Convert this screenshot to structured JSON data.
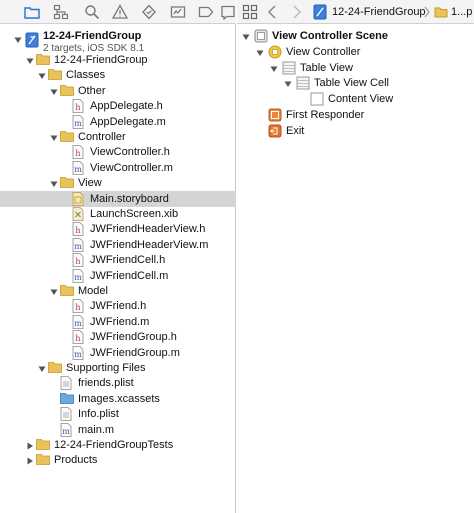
{
  "project": {
    "name": "12-24-FriendGroup",
    "subtitle": "2 targets, iOS SDK 8.1"
  },
  "tree": [
    {
      "label": "12-24-FriendGroup",
      "kind": "folder",
      "depth": 1,
      "disclosure": "open"
    },
    {
      "label": "Classes",
      "kind": "folder",
      "depth": 2,
      "disclosure": "open"
    },
    {
      "label": "Other",
      "kind": "folder",
      "depth": 3,
      "disclosure": "open"
    },
    {
      "label": "AppDelegate.h",
      "kind": "h",
      "depth": 4
    },
    {
      "label": "AppDelegate.m",
      "kind": "m",
      "depth": 4
    },
    {
      "label": "Controller",
      "kind": "folder",
      "depth": 3,
      "disclosure": "open"
    },
    {
      "label": "ViewController.h",
      "kind": "h",
      "depth": 4
    },
    {
      "label": "ViewController.m",
      "kind": "m",
      "depth": 4
    },
    {
      "label": "View",
      "kind": "folder",
      "depth": 3,
      "disclosure": "open"
    },
    {
      "label": "Main.storyboard",
      "kind": "storyboard",
      "depth": 4,
      "selected": true
    },
    {
      "label": "LaunchScreen.xib",
      "kind": "xib",
      "depth": 4
    },
    {
      "label": "JWFriendHeaderView.h",
      "kind": "h",
      "depth": 4
    },
    {
      "label": "JWFriendHeaderView.m",
      "kind": "m",
      "depth": 4
    },
    {
      "label": "JWFriendCell.h",
      "kind": "h",
      "depth": 4
    },
    {
      "label": "JWFriendCell.m",
      "kind": "m",
      "depth": 4
    },
    {
      "label": "Model",
      "kind": "folder",
      "depth": 3,
      "disclosure": "open"
    },
    {
      "label": "JWFriend.h",
      "kind": "h",
      "depth": 4
    },
    {
      "label": "JWFriend.m",
      "kind": "m",
      "depth": 4
    },
    {
      "label": "JWFriendGroup.h",
      "kind": "h",
      "depth": 4
    },
    {
      "label": "JWFriendGroup.m",
      "kind": "m",
      "depth": 4
    },
    {
      "label": "Supporting Files",
      "kind": "folder",
      "depth": 2,
      "disclosure": "open"
    },
    {
      "label": "friends.plist",
      "kind": "plist",
      "depth": 3
    },
    {
      "label": "Images.xcassets",
      "kind": "xcassets",
      "depth": 3
    },
    {
      "label": "Info.plist",
      "kind": "plist",
      "depth": 3
    },
    {
      "label": "main.m",
      "kind": "m",
      "depth": 3
    },
    {
      "label": "12-24-FriendGroupTests",
      "kind": "folder",
      "depth": 1,
      "disclosure": "closed"
    },
    {
      "label": "Products",
      "kind": "folder",
      "depth": 1,
      "disclosure": "closed"
    }
  ],
  "jumpbar": {
    "crumb1": "12-24-FriendGroup",
    "crumb2": "1...p"
  },
  "outline": [
    {
      "label": "View Controller Scene",
      "kind": "scene",
      "depth": 0,
      "disclosure": "open",
      "bold": true
    },
    {
      "label": "View Controller",
      "kind": "vc",
      "depth": 1,
      "disclosure": "open"
    },
    {
      "label": "Table View",
      "kind": "tableview",
      "depth": 2,
      "disclosure": "open"
    },
    {
      "label": "Table View Cell",
      "kind": "tableview",
      "depth": 3,
      "disclosure": "open"
    },
    {
      "label": "Content View",
      "kind": "view",
      "depth": 4
    },
    {
      "label": "First Responder",
      "kind": "responder",
      "depth": 1
    },
    {
      "label": "Exit",
      "kind": "exit",
      "depth": 1
    }
  ],
  "colors": {
    "folder": "#e9c25a",
    "folder_edge": "#c89a2a",
    "selection": "#d4d4d4",
    "xcassets": "#6fa8dc",
    "accent_blue": "#2f6fd6",
    "exit_orange": "#e5742b",
    "responder_orange": "#e88a3a"
  }
}
